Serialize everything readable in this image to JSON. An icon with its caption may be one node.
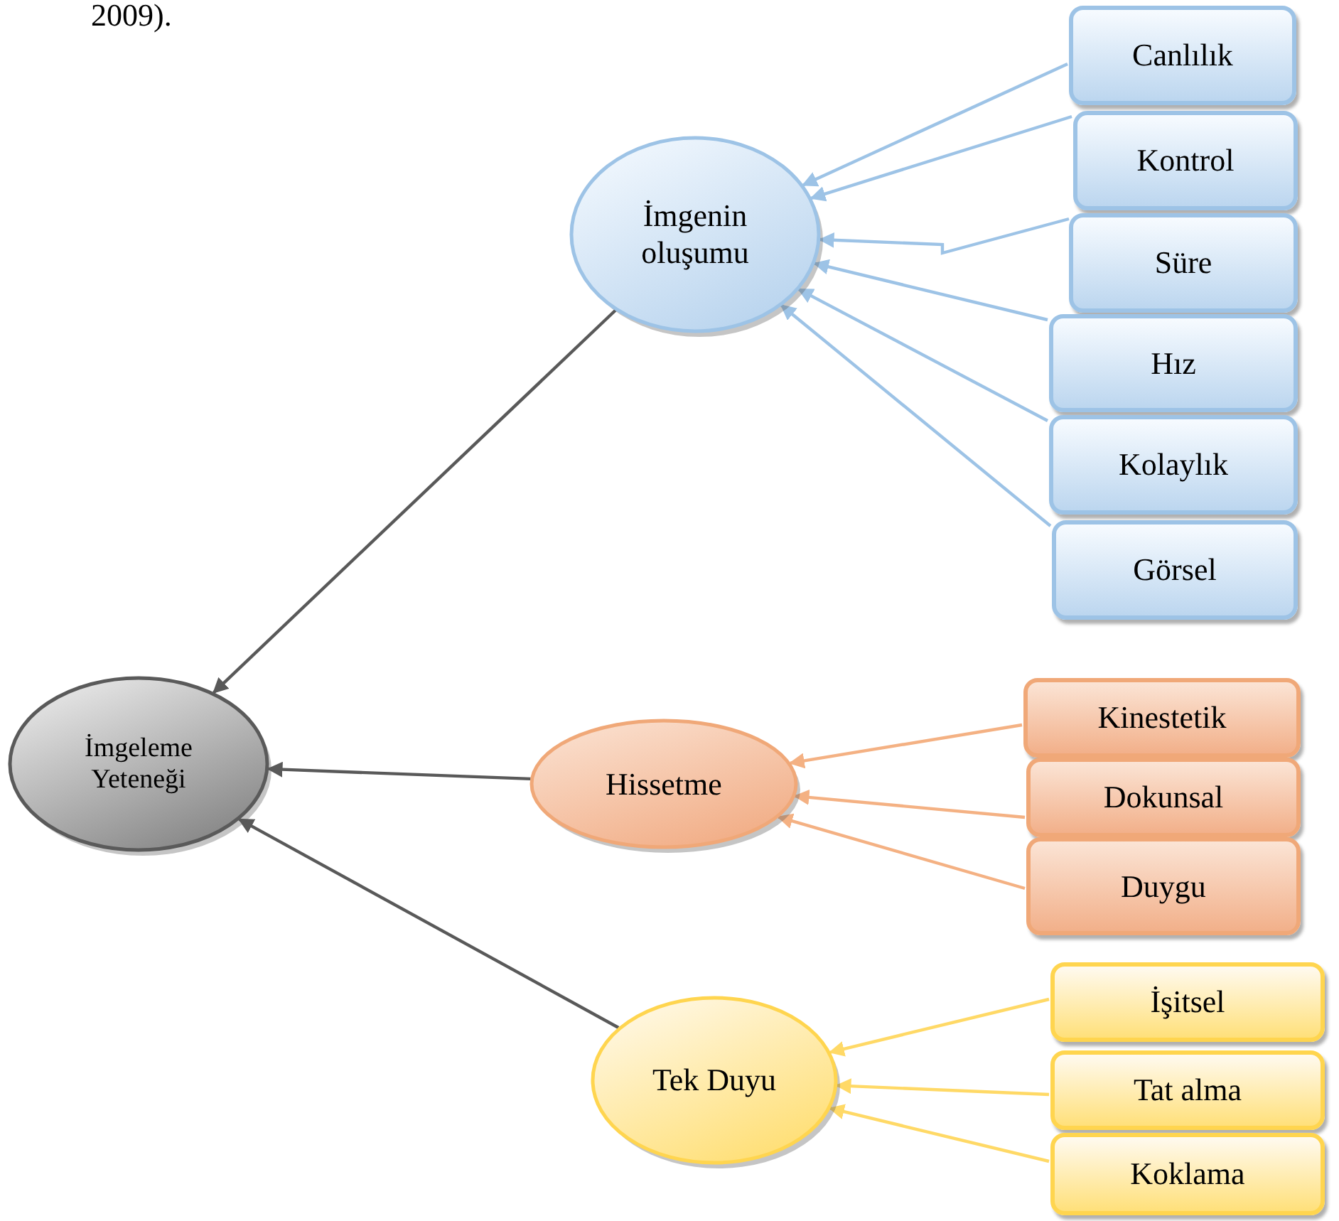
{
  "diagram": {
    "nodes": [
      {
        "text": [
          "İmgeleme Yeteneği"
        ]
      },
      {
        "text": [
          "İmgenin oluşumu"
        ]
      },
      {
        "text": [
          "Canlılık"
        ]
      },
      {
        "text": [
          "Kontrol"
        ]
      },
      {
        "text": [
          "Süre"
        ]
      },
      {
        "text": [
          "Hız"
        ]
      },
      {
        "text": [
          "Kolaylık"
        ]
      },
      {
        "text": [
          "Görsel"
        ]
      },
      {
        "text": [
          "Hissetme"
        ]
      },
      {
        "text": [
          "Kinestetik"
        ]
      },
      {
        "text": [
          "Dokunsal"
        ]
      },
      {
        "text": [
          "Duygu"
        ]
      },
      {
        "text": [
          "Tek Duyu"
        ]
      },
      {
        "text": [
          "İşitsel"
        ]
      },
      {
        "text": [
          "Tat alma"
        ]
      },
      {
        "text": [
          "Koklama"
        ]
      }
    ],
    "edges": [
      {
        "from": 1,
        "to": 0,
        "arrow": "to",
        "color": "#595959"
      },
      {
        "from": 8,
        "to": 0,
        "arrow": "to",
        "color": "#595959"
      },
      {
        "from": 12,
        "to": 0,
        "arrow": "to",
        "color": "#595959"
      },
      {
        "from": 2,
        "to": 1,
        "arrow": "to"
      },
      {
        "from": 3,
        "to": 1,
        "arrow": "to"
      },
      {
        "from": 4,
        "to": 1,
        "arrow": "to"
      },
      {
        "from": 5,
        "to": 1,
        "arrow": "to"
      },
      {
        "from": 6,
        "to": 1,
        "arrow": "to"
      },
      {
        "from": 7,
        "to": 1,
        "arrow": "to"
      },
      {
        "from": 9,
        "to": 8,
        "arrow": "to",
        "color": "#f4b183"
      },
      {
        "from": 10,
        "to": 8,
        "arrow": "to",
        "color": "#f4b183"
      },
      {
        "from": 11,
        "to": 8,
        "arrow": "to",
        "color": "#f4b183"
      },
      {
        "from": 13,
        "to": 12,
        "arrow": "to",
        "color": "#ffd966"
      },
      {
        "from": 14,
        "to": 12,
        "arrow": "to",
        "color": "#ffd966"
      },
      {
        "from": 15,
        "to": 12,
        "arrow": "to",
        "color": "#ffd966"
      }
    ],
    "labels": [
      "2009)."
    ]
  }
}
